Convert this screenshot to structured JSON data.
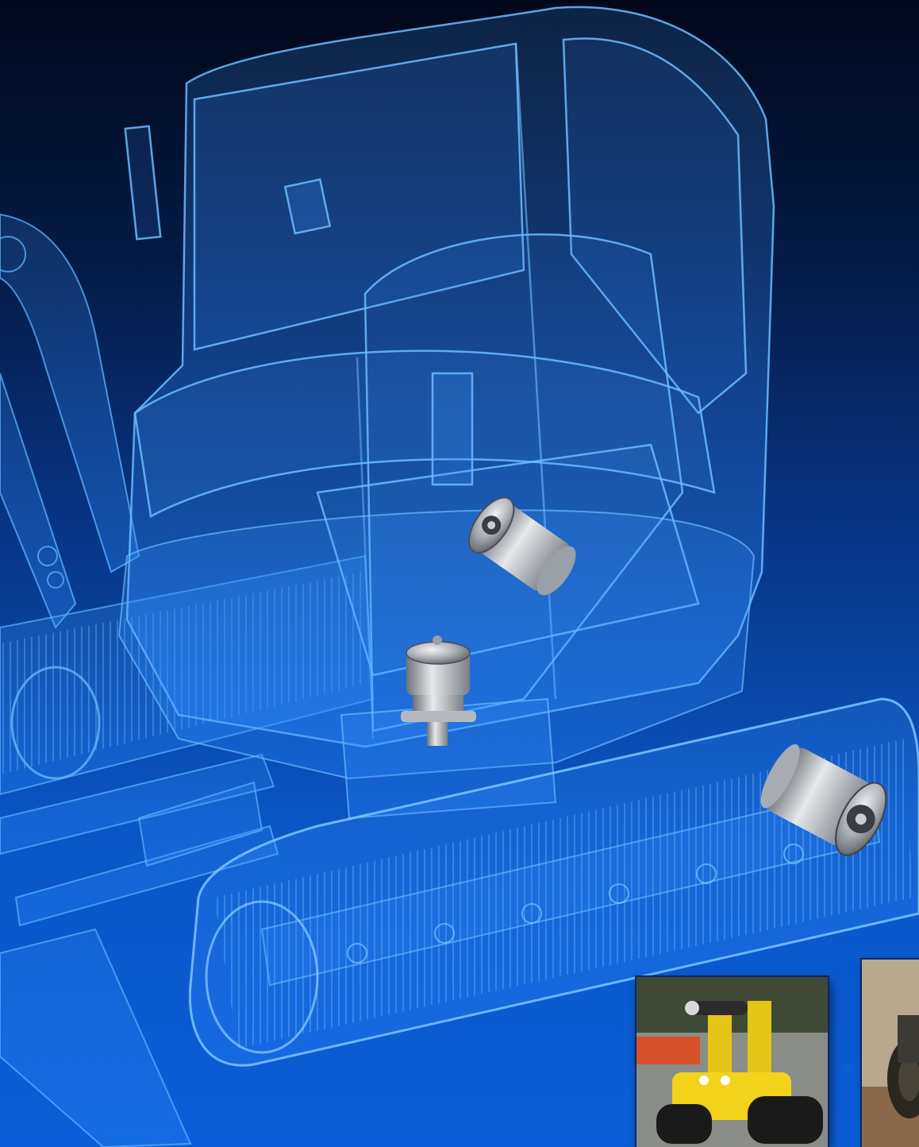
{
  "scene": {
    "subject": "excavator",
    "style": "blue x-ray wireframe",
    "colors": {
      "background_top": "#02081c",
      "background_bottom": "#0a5fd8",
      "wireframe": "#5fb4ff",
      "highlight": "#bfe4ff",
      "component_metal": "#c9ccd1"
    },
    "components": [
      {
        "name": "motor-cab"
      },
      {
        "name": "swing-drive"
      },
      {
        "name": "track-drive"
      }
    ]
  },
  "photos": [
    {
      "name": "tracked-robot",
      "colors": {
        "body": "#f2d21a",
        "track": "#1a1a1a"
      }
    },
    {
      "name": "tractor-field",
      "colors": {
        "soil": "#8a6a4a",
        "dust": "#b8a890"
      }
    }
  ]
}
